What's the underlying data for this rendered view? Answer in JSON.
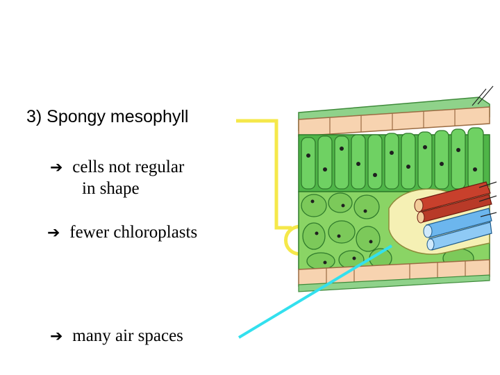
{
  "slide": {
    "title": "3) Spongy mesophyll",
    "points": [
      {
        "arrow_icon": "right-arrow-icon",
        "line1": "cells not regular",
        "line2": "in shape"
      },
      {
        "arrow_icon": "right-arrow-icon",
        "line1": "fewer chloroplasts"
      },
      {
        "arrow_icon": "right-arrow-icon",
        "line1": "many air spaces"
      }
    ]
  },
  "colors": {
    "bracket": "#f5e84a",
    "pointer": "#33e0ee",
    "epidermis": "#f7d3b0",
    "cuticle": "#8fd28a",
    "palisade": "#4fb548",
    "spongy": "#7cc95a",
    "xylem": "#c8402c",
    "phloem": "#6cb6ee"
  }
}
